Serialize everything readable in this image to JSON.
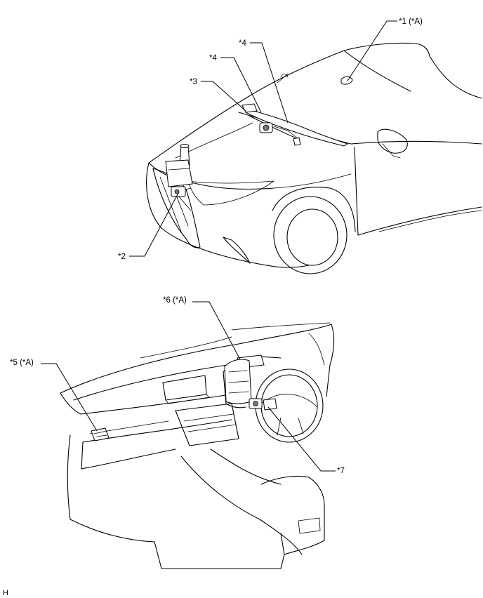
{
  "callouts": {
    "c1": "*1 (*A)",
    "c4a": "*4",
    "c4b": "*4",
    "c3": "*3",
    "c2": "*2",
    "c6": "*6 (*A)",
    "c5": "*5 (*A)",
    "c7": "*7"
  },
  "footer": {
    "code": "H"
  }
}
